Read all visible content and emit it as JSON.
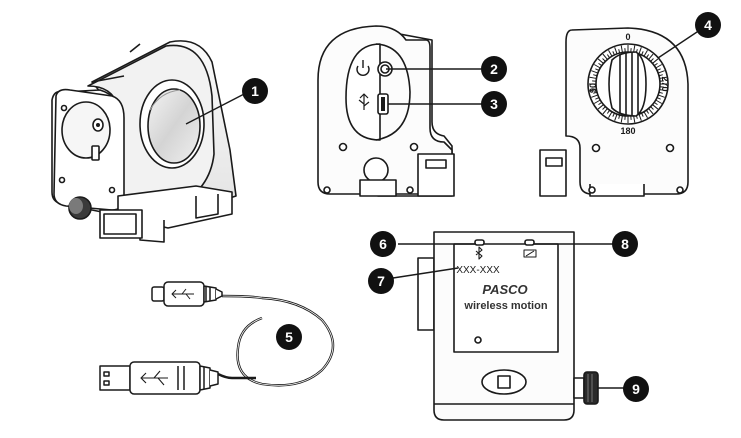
{
  "callouts": [
    {
      "number": "1"
    },
    {
      "number": "2"
    },
    {
      "number": "3"
    },
    {
      "number": "4"
    },
    {
      "number": "5"
    },
    {
      "number": "6"
    },
    {
      "number": "7"
    },
    {
      "number": "8"
    },
    {
      "number": "9"
    }
  ],
  "dial": {
    "labels": [
      "0",
      "90",
      "180",
      "270"
    ]
  },
  "device_back": {
    "serial_text": "XXX-XXX",
    "brand": "PASCO",
    "model": "wireless motion"
  },
  "icons": {
    "power": "power-icon",
    "usb_side": "usb-icon",
    "bluetooth": "bluetooth-icon",
    "battery": "battery-icon",
    "usb_cable": "usb-icon"
  },
  "colors": {
    "line": "#1a1a1a",
    "fill": "#ffffff",
    "shade": "#e6e6e6",
    "callout_bg": "#111111",
    "callout_text": "#ffffff"
  }
}
